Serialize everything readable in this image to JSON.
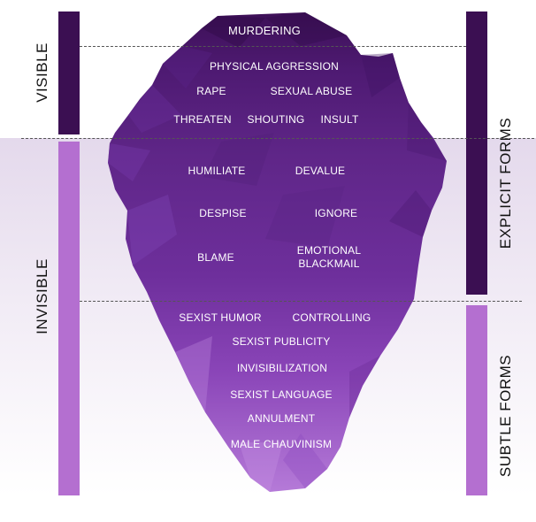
{
  "side_labels": {
    "visible": "VISIBLE",
    "invisible": "INVISIBLE",
    "explicit": "EXPLICIT FORMS",
    "subtle": "SUBTLE FORMS"
  },
  "iceberg_labels": {
    "murdering": "MURDERING",
    "physical_aggression": "PHYSICAL AGGRESSION",
    "rape": "RAPE",
    "sexual_abuse": "SEXUAL ABUSE",
    "threaten": "THREATEN",
    "shouting": "SHOUTING",
    "insult": "INSULT",
    "humiliate": "HUMILIATE",
    "devalue": "DEVALUE",
    "despise": "DESPISE",
    "ignore": "IGNORE",
    "blame": "BLAME",
    "emotional_line1": "EMOTIONAL",
    "emotional_line2": "BLACKMAIL",
    "sexist_humor": "SEXIST HUMOR",
    "controlling": "CONTROLLING",
    "sexist_publicity": "SEXIST PUBLICITY",
    "invisibilization": "INVISIBILIZATION",
    "sexist_language": "SEXIST LANGUAGE",
    "annulment": "ANNULMENT",
    "male_chauvinism": "MALE CHAUVINISM"
  },
  "colors": {
    "dark_purple": "#3b0f52",
    "mid_purple": "#6a2a96",
    "light_purple": "#b46fd0",
    "underwater_tint": "#e4d9ec"
  }
}
